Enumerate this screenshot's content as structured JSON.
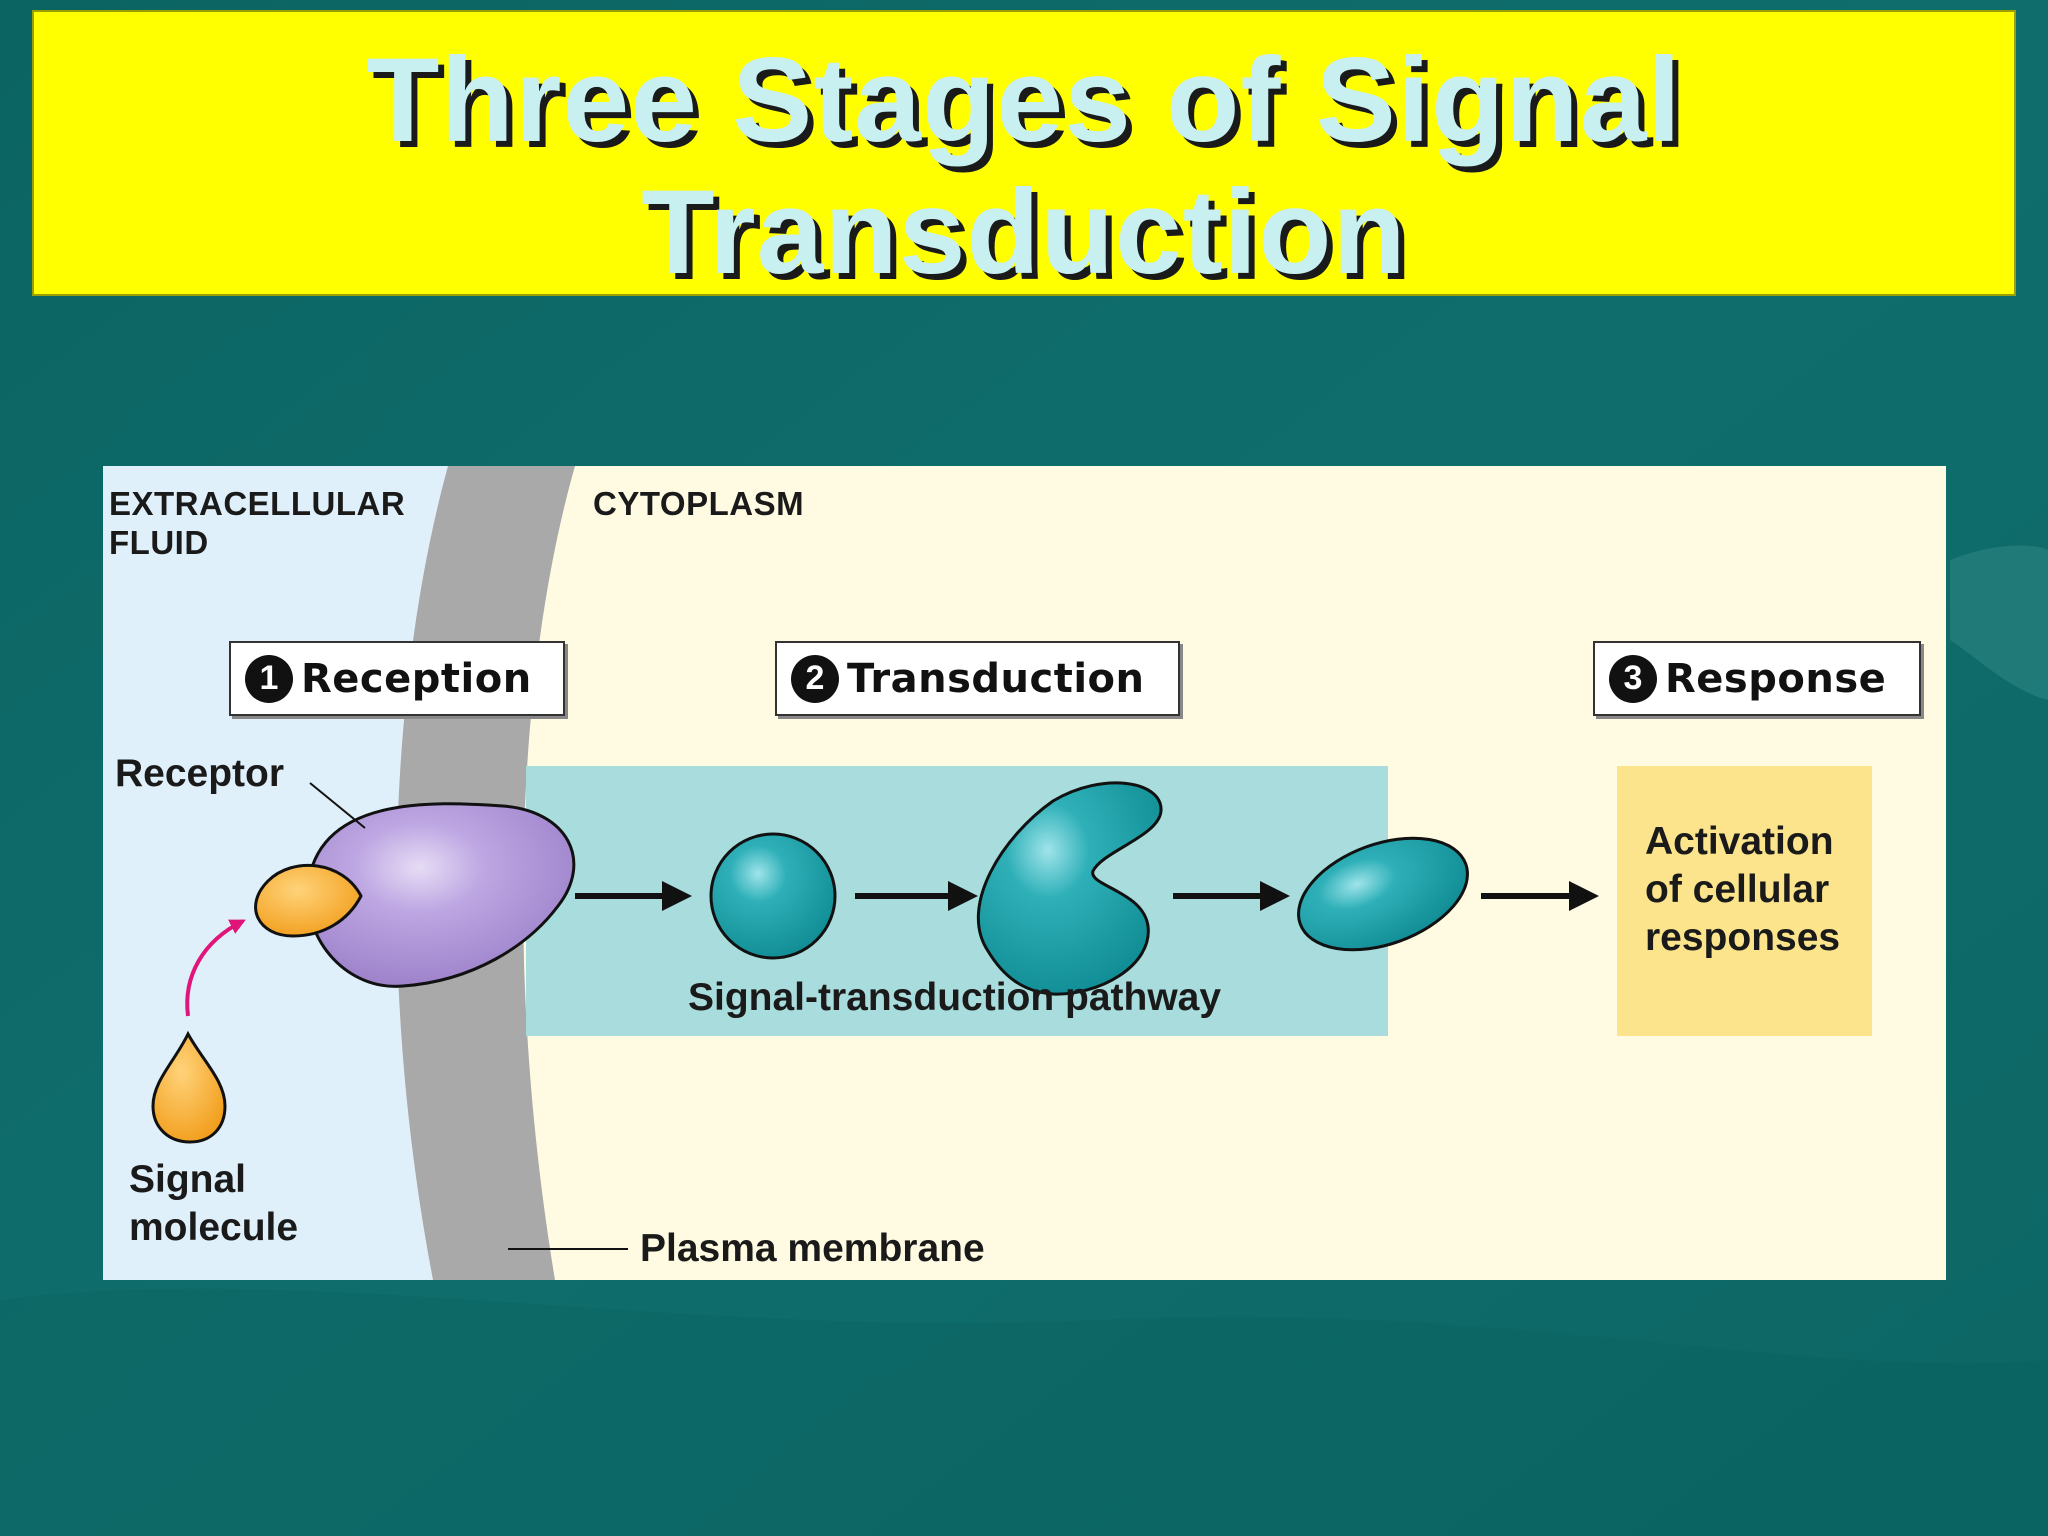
{
  "slide": {
    "title_line1": "Three Stages of Signal",
    "title_line2": "Transduction"
  },
  "diagram": {
    "regions": {
      "extracellular_line1": "EXTRACELLULAR",
      "extracellular_line2": "FLUID",
      "cytoplasm": "CYTOPLASM"
    },
    "stages": [
      {
        "number": "1",
        "label": "Reception"
      },
      {
        "number": "2",
        "label": "Transduction"
      },
      {
        "number": "3",
        "label": "Response"
      }
    ],
    "receptor_label": "Receptor",
    "signal_molecule_line1": "Signal",
    "signal_molecule_line2": "molecule",
    "plasma_membrane_label": "Plasma membrane",
    "pathway_label": "Signal-transduction pathway",
    "response_line1": "Activation",
    "response_line2": "of cellular",
    "response_line3": "responses"
  },
  "colors": {
    "background": "#0e6a68",
    "title_banner": "#ffff00",
    "title_text": "#c8f0f0",
    "extracellular": "#dff0fb",
    "cytoplasm": "#fffbe3",
    "membrane": "#a9a9a9",
    "pathway_box": "#a9dcdc",
    "response_box": "#fbe48c",
    "receptor": "#b49ad8",
    "relay_proteins": "#1a9ea6",
    "signal_molecule": "#f5a623",
    "signal_arrow": "#e0157a"
  }
}
